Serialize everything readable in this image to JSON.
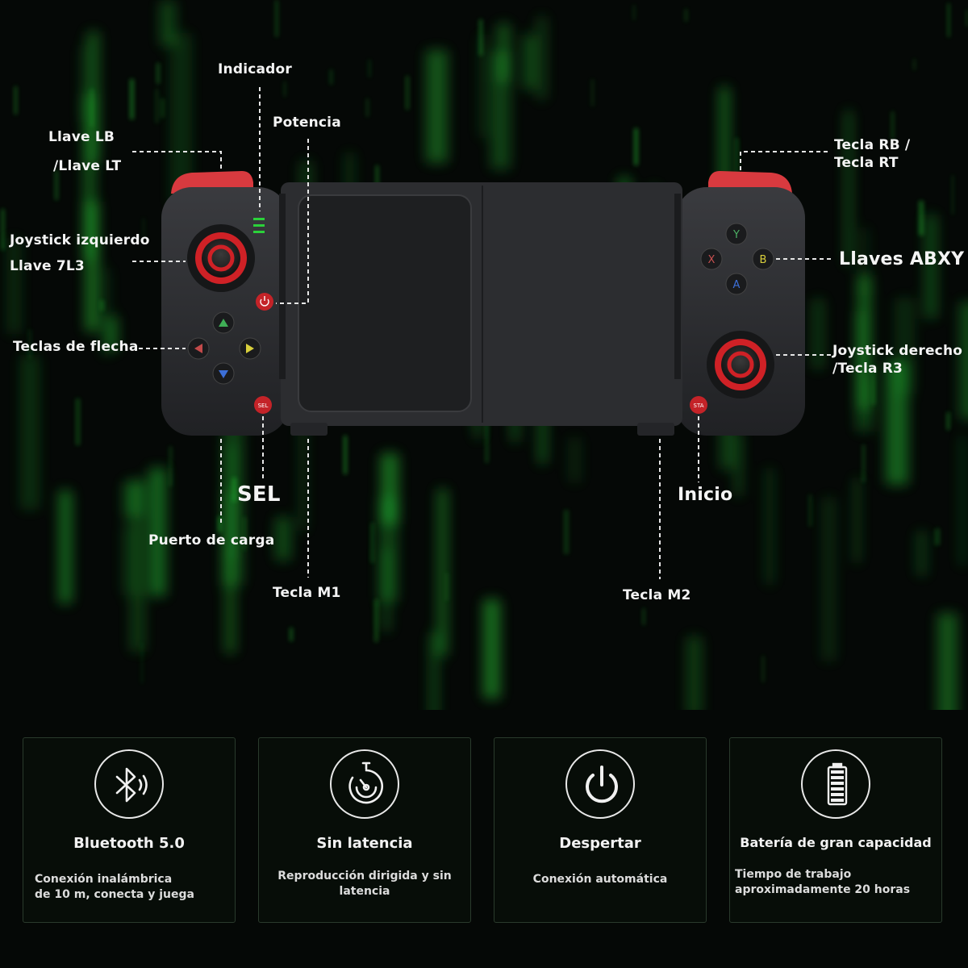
{
  "labels": {
    "indicador": "Indicador",
    "potencia": "Potencia",
    "llave_lb_1": "Llave LB",
    "llave_lb_2": "/Llave LT",
    "tecla_rb_1": "Tecla RB /",
    "tecla_rb_2": "Tecla RT",
    "joystick_izq_1": "Joystick izquierdo",
    "joystick_izq_2": "Llave 7L3",
    "llaves_abxy": "Llaves ABXY",
    "teclas_flecha": "Teclas de flecha",
    "joystick_der_1": "Joystick derecho",
    "joystick_der_2": "/Tecla R3",
    "sel": "SEL",
    "inicio": "Inicio",
    "puerto_carga": "Puerto de carga",
    "tecla_m1": "Tecla M1",
    "tecla_m2": "Tecla M2"
  },
  "buttons": {
    "y": "Y",
    "x": "X",
    "b": "B",
    "a": "A",
    "sel": "SEL",
    "start": "STA"
  },
  "features": [
    {
      "icon": "bluetooth-icon",
      "title": "Bluetooth 5.0",
      "desc": "Conexión inalámbrica\nde 10 m, conecta y juega"
    },
    {
      "icon": "latency-icon",
      "title": "Sin latencia",
      "desc": "Reproducción dirigida y sin\nlatencia"
    },
    {
      "icon": "power-icon",
      "title": "Despertar",
      "desc": "Conexión automática"
    },
    {
      "icon": "battery-icon",
      "title": "Batería de gran capacidad",
      "desc": "Tiempo de trabajo\naproximadamente 20 horas"
    }
  ],
  "colors": {
    "accent_red": "#e5262b",
    "body": "#2b2c2f",
    "matrix_green": "#2bd13a"
  }
}
